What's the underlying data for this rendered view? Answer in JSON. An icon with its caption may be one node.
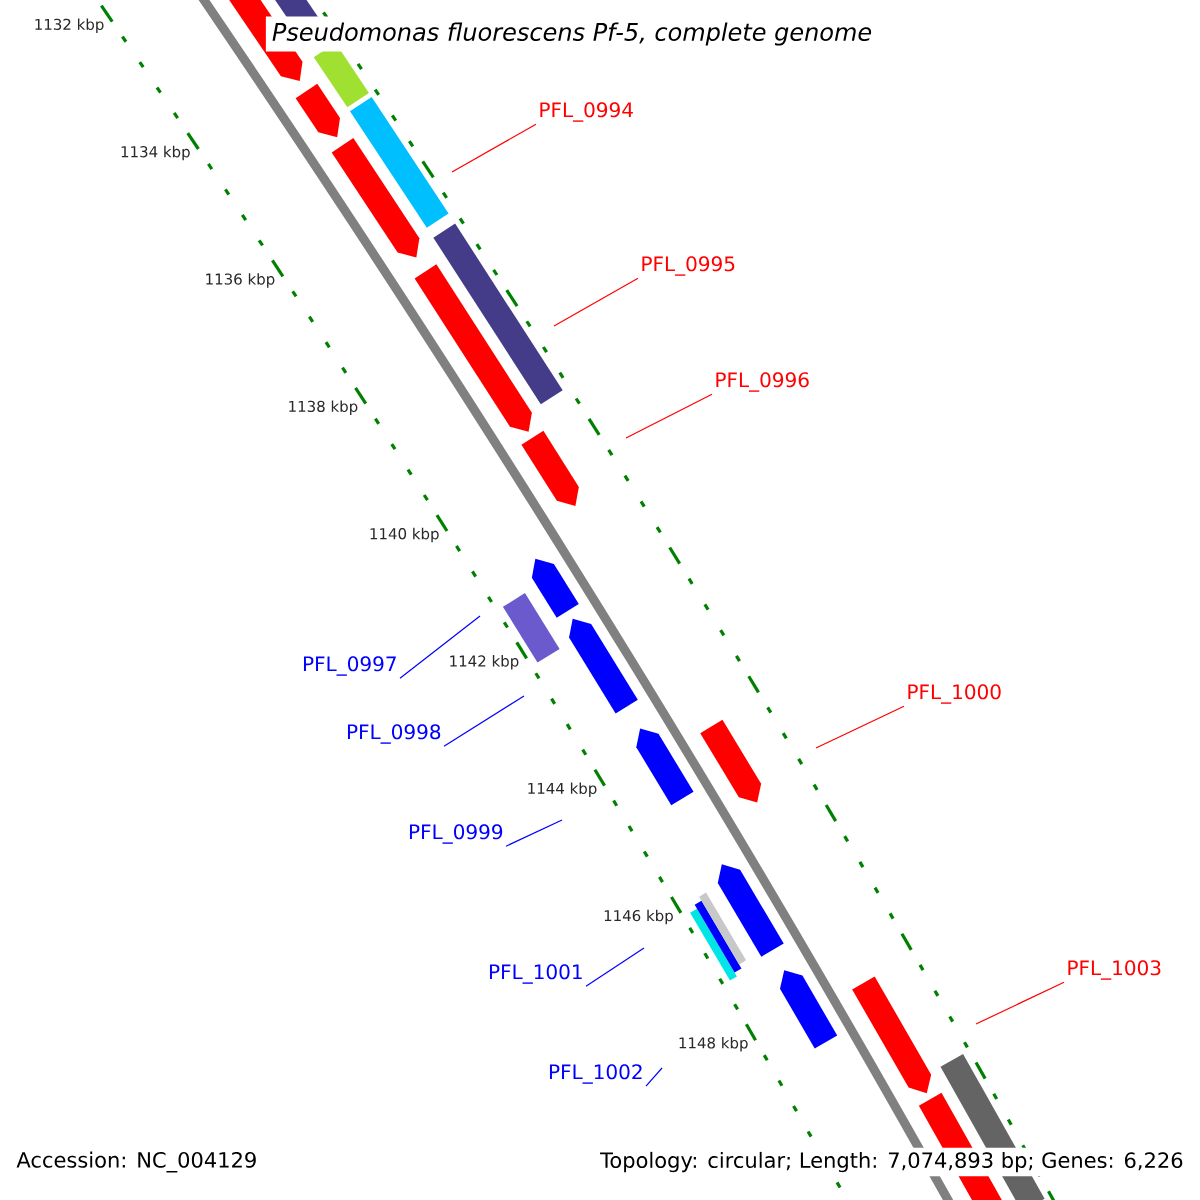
{
  "diagram": {
    "title": "Pseudomonas fluorescens Pf-5, complete genome",
    "nodes": [
      {
        "text": [
          "PFL_0994"
        ]
      },
      {
        "text": [
          "PFL_0995"
        ]
      },
      {
        "text": [
          "PFL_0996"
        ]
      },
      {
        "text": [
          "PFL_0997"
        ]
      },
      {
        "text": [
          "PFL_0998"
        ]
      },
      {
        "text": [
          "PFL_0999"
        ]
      },
      {
        "text": [
          "PFL_1000"
        ]
      },
      {
        "text": [
          "PFL_1001"
        ]
      },
      {
        "text": [
          "PFL_1002"
        ]
      },
      {
        "text": [
          "PFL_1003"
        ]
      }
    ],
    "edges": [
      {
        "from": 0,
        "to": null,
        "arrow": "none"
      },
      {
        "from": 1,
        "to": null,
        "arrow": "none"
      },
      {
        "from": 2,
        "to": null,
        "arrow": "none"
      },
      {
        "from": 3,
        "to": null,
        "arrow": "none",
        "color": "#0000ff"
      },
      {
        "from": 4,
        "to": null,
        "arrow": "none",
        "color": "#0000ff"
      },
      {
        "from": 5,
        "to": null,
        "arrow": "none",
        "color": "#0000ff"
      },
      {
        "from": 6,
        "to": null,
        "arrow": "none"
      },
      {
        "from": 7,
        "to": null,
        "arrow": "none",
        "color": "#0000ff"
      },
      {
        "from": 8,
        "to": null,
        "arrow": "none",
        "color": "#0000ff"
      },
      {
        "from": 9,
        "to": null,
        "arrow": "none"
      }
    ],
    "labels": [
      "1132 kbp",
      "1134 kbp",
      "1136 kbp",
      "1138 kbp",
      "1140 kbp",
      "1142 kbp",
      "1144 kbp",
      "1146 kbp",
      "1148 kbp",
      "Accession: NC_004129",
      "Topology: circular; Length: 7,074,893 bp; Genes: 6,226"
    ]
  }
}
